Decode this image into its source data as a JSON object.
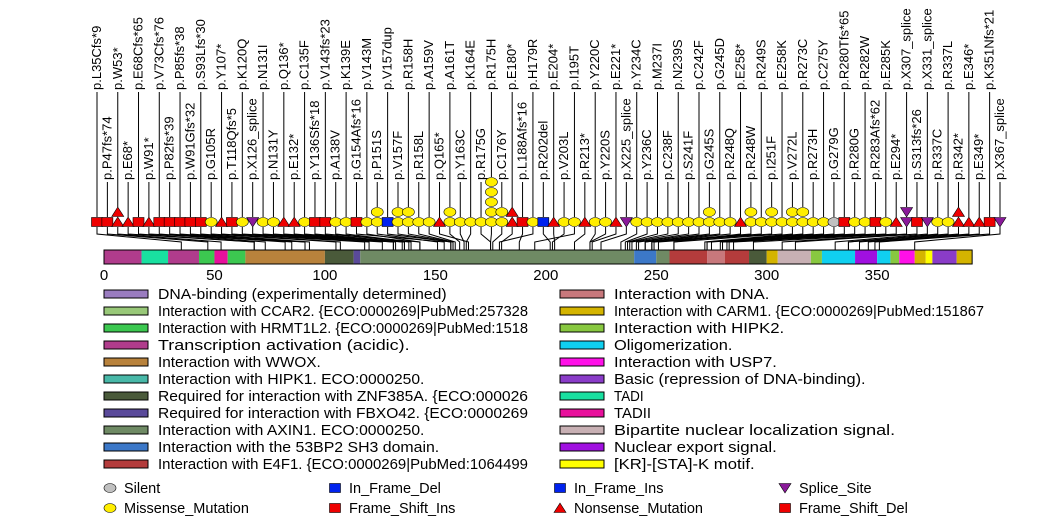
{
  "chart_data": {
    "type": "lollipop",
    "title": "",
    "x_axis": {
      "ticks": [
        0,
        50,
        100,
        150,
        200,
        250,
        300,
        350
      ],
      "range": [
        0,
        393
      ]
    },
    "mutation_types": {
      "G": {
        "label": "Silent",
        "color": "#c0c0c0",
        "shape": "circle"
      },
      "D": {
        "label": "In_Frame_Del",
        "color": "#0022ee",
        "shape": "square"
      },
      "B": {
        "label": "In_Frame_Ins",
        "color": "#0022ee",
        "shape": "square"
      },
      "S": {
        "label": "Splice_Site",
        "color": "#8a1a9a",
        "shape": "triangle-down"
      },
      "M": {
        "label": "Missense_Mutation",
        "color": "#ffee00",
        "shape": "circle"
      },
      "I": {
        "label": "Frame_Shift_Ins",
        "color": "#ee0000",
        "shape": "square"
      },
      "N": {
        "label": "Nonsense_Mutation",
        "color": "#ee0000",
        "shape": "triangle-up"
      },
      "F": {
        "label": "Frame_Shift_Del",
        "color": "#ee0000",
        "shape": "square"
      }
    },
    "legend_types_order": [
      "G",
      "D",
      "B",
      "S",
      "M",
      "I",
      "N",
      "F"
    ],
    "mutations": [
      {
        "label": "p.L35Cfs*9",
        "pos": 35,
        "types": [
          "F"
        ]
      },
      {
        "label": "p.P47fs*74",
        "pos": 47,
        "types": [
          "F"
        ]
      },
      {
        "label": "p.W53*",
        "pos": 53,
        "types": [
          "N",
          "N"
        ]
      },
      {
        "label": "p.E68*",
        "pos": 68,
        "types": [
          "N"
        ]
      },
      {
        "label": "p.E68Cfs*65",
        "pos": 68,
        "types": [
          "F"
        ]
      },
      {
        "label": "p.W91*",
        "pos": 91,
        "types": [
          "N"
        ]
      },
      {
        "label": "p.V73Cfs*76",
        "pos": 73,
        "types": [
          "F"
        ]
      },
      {
        "label": "p.P82fs*39",
        "pos": 82,
        "types": [
          "F"
        ]
      },
      {
        "label": "p.P85fs*38",
        "pos": 85,
        "types": [
          "F"
        ]
      },
      {
        "label": "p.W91Gfs*32",
        "pos": 91,
        "types": [
          "F"
        ]
      },
      {
        "label": "p.S93Lfs*30",
        "pos": 93,
        "types": [
          "F"
        ]
      },
      {
        "label": "p.G105R",
        "pos": 105,
        "types": [
          "M"
        ]
      },
      {
        "label": "p.Y107*",
        "pos": 107,
        "types": [
          "N"
        ]
      },
      {
        "label": "p.T118Qfs*5",
        "pos": 118,
        "types": [
          "F"
        ]
      },
      {
        "label": "p.K120Q",
        "pos": 120,
        "types": [
          "M"
        ]
      },
      {
        "label": "p.X126_splice",
        "pos": 126,
        "types": [
          "S"
        ]
      },
      {
        "label": "p.N131I",
        "pos": 131,
        "types": [
          "M"
        ]
      },
      {
        "label": "p.N131Y",
        "pos": 131,
        "types": [
          "M"
        ]
      },
      {
        "label": "p.Q136*",
        "pos": 136,
        "types": [
          "N"
        ]
      },
      {
        "label": "p.E132*",
        "pos": 132,
        "types": [
          "N"
        ]
      },
      {
        "label": "p.C135F",
        "pos": 135,
        "types": [
          "M"
        ]
      },
      {
        "label": "p.Y136Sfs*18",
        "pos": 136,
        "types": [
          "F"
        ]
      },
      {
        "label": "p.V143fs*23",
        "pos": 143,
        "types": [
          "F"
        ]
      },
      {
        "label": "p.A138V",
        "pos": 138,
        "types": [
          "M"
        ]
      },
      {
        "label": "p.K139E",
        "pos": 139,
        "types": [
          "M"
        ]
      },
      {
        "label": "p.G154Afs*16",
        "pos": 154,
        "types": [
          "F"
        ]
      },
      {
        "label": "p.V143M",
        "pos": 143,
        "types": [
          "M"
        ]
      },
      {
        "label": "p.P151S",
        "pos": 151,
        "types": [
          "M",
          "M"
        ]
      },
      {
        "label": "p.V157dup",
        "pos": 157,
        "types": [
          "B"
        ]
      },
      {
        "label": "p.V157F",
        "pos": 157,
        "types": [
          "M",
          "M"
        ]
      },
      {
        "label": "p.R158H",
        "pos": 158,
        "types": [
          "M",
          "M"
        ]
      },
      {
        "label": "p.R158L",
        "pos": 158,
        "types": [
          "M"
        ]
      },
      {
        "label": "p.A159V",
        "pos": 159,
        "types": [
          "M"
        ]
      },
      {
        "label": "p.Q165*",
        "pos": 165,
        "types": [
          "N"
        ]
      },
      {
        "label": "p.A161T",
        "pos": 161,
        "types": [
          "M",
          "M"
        ]
      },
      {
        "label": "p.Y163C",
        "pos": 163,
        "types": [
          "M"
        ]
      },
      {
        "label": "p.K164E",
        "pos": 164,
        "types": [
          "M"
        ]
      },
      {
        "label": "p.R175G",
        "pos": 175,
        "types": [
          "M"
        ]
      },
      {
        "label": "p.R175H",
        "pos": 175,
        "types": [
          "M",
          "M",
          "M",
          "M",
          "M"
        ]
      },
      {
        "label": "p.C176Y",
        "pos": 176,
        "types": [
          "M",
          "M"
        ]
      },
      {
        "label": "p.E180*",
        "pos": 180,
        "types": [
          "N",
          "N"
        ]
      },
      {
        "label": "p.L188Afs*16",
        "pos": 188,
        "types": [
          "F"
        ]
      },
      {
        "label": "p.H179R",
        "pos": 179,
        "types": [
          "M"
        ]
      },
      {
        "label": "p.R202del",
        "pos": 202,
        "types": [
          "D"
        ]
      },
      {
        "label": "p.E204*",
        "pos": 204,
        "types": [
          "N"
        ]
      },
      {
        "label": "p.V203L",
        "pos": 203,
        "types": [
          "M"
        ]
      },
      {
        "label": "p.I195T",
        "pos": 195,
        "types": [
          "M"
        ]
      },
      {
        "label": "p.R213*",
        "pos": 213,
        "types": [
          "N"
        ]
      },
      {
        "label": "p.Y220C",
        "pos": 220,
        "types": [
          "M"
        ]
      },
      {
        "label": "p.Y220S",
        "pos": 220,
        "types": [
          "M"
        ]
      },
      {
        "label": "p.E221*",
        "pos": 221,
        "types": [
          "N"
        ]
      },
      {
        "label": "p.X225_splice",
        "pos": 225,
        "types": [
          "S"
        ]
      },
      {
        "label": "p.Y234C",
        "pos": 234,
        "types": [
          "M"
        ]
      },
      {
        "label": "p.Y236C",
        "pos": 236,
        "types": [
          "M"
        ]
      },
      {
        "label": "p.M237I",
        "pos": 237,
        "types": [
          "M"
        ]
      },
      {
        "label": "p.C238F",
        "pos": 238,
        "types": [
          "M"
        ]
      },
      {
        "label": "p.N239S",
        "pos": 239,
        "types": [
          "M"
        ]
      },
      {
        "label": "p.S241F",
        "pos": 241,
        "types": [
          "M"
        ]
      },
      {
        "label": "p.C242F",
        "pos": 242,
        "types": [
          "M"
        ]
      },
      {
        "label": "p.G245S",
        "pos": 245,
        "types": [
          "M",
          "M"
        ]
      },
      {
        "label": "p.G245D",
        "pos": 245,
        "types": [
          "M"
        ]
      },
      {
        "label": "p.R248Q",
        "pos": 248,
        "types": [
          "M"
        ]
      },
      {
        "label": "p.E258*",
        "pos": 258,
        "types": [
          "N"
        ]
      },
      {
        "label": "p.R248W",
        "pos": 248,
        "types": [
          "M",
          "M"
        ]
      },
      {
        "label": "p.R249S",
        "pos": 249,
        "types": [
          "M"
        ]
      },
      {
        "label": "p.I251F",
        "pos": 251,
        "types": [
          "M",
          "M"
        ]
      },
      {
        "label": "p.E258K",
        "pos": 258,
        "types": [
          "M"
        ]
      },
      {
        "label": "p.V272L",
        "pos": 272,
        "types": [
          "M",
          "M"
        ]
      },
      {
        "label": "p.R273C",
        "pos": 273,
        "types": [
          "M",
          "M"
        ]
      },
      {
        "label": "p.R273H",
        "pos": 273,
        "types": [
          "M"
        ]
      },
      {
        "label": "p.C275Y",
        "pos": 275,
        "types": [
          "M"
        ]
      },
      {
        "label": "p.G279G",
        "pos": 279,
        "types": [
          "G"
        ]
      },
      {
        "label": "p.R280Tfs*65",
        "pos": 280,
        "types": [
          "F"
        ]
      },
      {
        "label": "p.R280G",
        "pos": 280,
        "types": [
          "M"
        ]
      },
      {
        "label": "p.R282W",
        "pos": 282,
        "types": [
          "M"
        ]
      },
      {
        "label": "p.R283Afs*62",
        "pos": 283,
        "types": [
          "F"
        ]
      },
      {
        "label": "p.E285K",
        "pos": 285,
        "types": [
          "M"
        ]
      },
      {
        "label": "p.E294*",
        "pos": 294,
        "types": [
          "N"
        ]
      },
      {
        "label": "p.X307_splice",
        "pos": 307,
        "types": [
          "S",
          "S"
        ]
      },
      {
        "label": "p.S313fs*26",
        "pos": 313,
        "types": [
          "F"
        ]
      },
      {
        "label": "p.X331_splice",
        "pos": 331,
        "types": [
          "S"
        ]
      },
      {
        "label": "p.R337C",
        "pos": 337,
        "types": [
          "M"
        ]
      },
      {
        "label": "p.R337L",
        "pos": 337,
        "types": [
          "M"
        ]
      },
      {
        "label": "p.R342*",
        "pos": 342,
        "types": [
          "N",
          "N"
        ]
      },
      {
        "label": "p.E346*",
        "pos": 346,
        "types": [
          "N"
        ]
      },
      {
        "label": "p.E349*",
        "pos": 349,
        "types": [
          "N"
        ]
      },
      {
        "label": "p.K351Nfs*21",
        "pos": 351,
        "types": [
          "F"
        ]
      },
      {
        "label": "p.X367_splice",
        "pos": 367,
        "types": [
          "S"
        ]
      }
    ],
    "domains": [
      {
        "name": "DNA-binding (experimentally determined)",
        "color": "#9a7cc0"
      },
      {
        "name": "Interaction with CCAR2. {ECO:0000269|PubMed:257328",
        "color": "#98c878"
      },
      {
        "name": "Interaction with HRMT1L2. {ECO:0000269|PubMed:1518",
        "color": "#3cc850"
      },
      {
        "name": "Transcription activation (acidic).",
        "color": "#b03c8c"
      },
      {
        "name": "Interaction with WWOX.",
        "color": "#b8823c"
      },
      {
        "name": "Interaction with HIPK1. ECO:0000250.",
        "color": "#48b8a8"
      },
      {
        "name": "Required for interaction with ZNF385A. {ECO:000026",
        "color": "#4a5a3a"
      },
      {
        "name": "Required for interaction with FBXO42. {ECO:0000269",
        "color": "#5a4a9a"
      },
      {
        "name": "Interaction with AXIN1. ECO:0000250.",
        "color": "#6f8a64"
      },
      {
        "name": "Interaction with the 53BP2 SH3 domain.",
        "color": "#3c78c8"
      },
      {
        "name": "Interaction with E4F1. {ECO:0000269|PubMed:1064499",
        "color": "#b43c3c"
      },
      {
        "name": "Interaction with DNA.",
        "color": "#c8787c"
      },
      {
        "name": "Interaction with CARM1. {ECO:0000269|PubMed:151867",
        "color": "#d4b400"
      },
      {
        "name": "Interaction with HIPK2.",
        "color": "#88c840"
      },
      {
        "name": "Oligomerization.",
        "color": "#10d0f0"
      },
      {
        "name": "Interaction with USP7.",
        "color": "#ff10e8"
      },
      {
        "name": "Basic (repression of DNA-binding).",
        "color": "#8a3cc8"
      },
      {
        "name": "TADI",
        "color": "#19e0a0"
      },
      {
        "name": "TADII",
        "color": "#e8109c"
      },
      {
        "name": "Bipartite nuclear localization signal.",
        "color": "#c8b0b4"
      },
      {
        "name": "Nuclear export signal.",
        "color": "#a010e0"
      },
      {
        "name": "[KR]-[STA]-K motif.",
        "color": "#ffff00"
      }
    ],
    "domain_segments": [
      {
        "start": 0,
        "end": 17,
        "d": 3
      },
      {
        "start": 17,
        "end": 29,
        "d": 17
      },
      {
        "start": 29,
        "end": 43,
        "d": 3
      },
      {
        "start": 43,
        "end": 50,
        "d": 2
      },
      {
        "start": 50,
        "end": 56,
        "d": 18
      },
      {
        "start": 56,
        "end": 64,
        "d": 2
      },
      {
        "start": 64,
        "end": 100,
        "d": 4
      },
      {
        "start": 100,
        "end": 113,
        "d": 6
      },
      {
        "start": 113,
        "end": 116,
        "d": 7
      },
      {
        "start": 116,
        "end": 240,
        "d": 8
      },
      {
        "start": 240,
        "end": 250,
        "d": 9
      },
      {
        "start": 250,
        "end": 256,
        "d": 8
      },
      {
        "start": 256,
        "end": 273,
        "d": 10
      },
      {
        "start": 273,
        "end": 281,
        "d": 11
      },
      {
        "start": 281,
        "end": 292,
        "d": 10
      },
      {
        "start": 292,
        "end": 300,
        "d": 6
      },
      {
        "start": 300,
        "end": 305,
        "d": 12
      },
      {
        "start": 305,
        "end": 320,
        "d": 19
      },
      {
        "start": 320,
        "end": 325,
        "d": 13
      },
      {
        "start": 325,
        "end": 340,
        "d": 14
      },
      {
        "start": 340,
        "end": 350,
        "d": 20
      },
      {
        "start": 350,
        "end": 356,
        "d": 14
      },
      {
        "start": 356,
        "end": 360,
        "d": 13
      },
      {
        "start": 360,
        "end": 367,
        "d": 15
      },
      {
        "start": 367,
        "end": 372,
        "d": 12
      },
      {
        "start": 372,
        "end": 375,
        "d": 21
      },
      {
        "start": 375,
        "end": 386,
        "d": 16
      },
      {
        "start": 386,
        "end": 393,
        "d": 12
      }
    ]
  }
}
